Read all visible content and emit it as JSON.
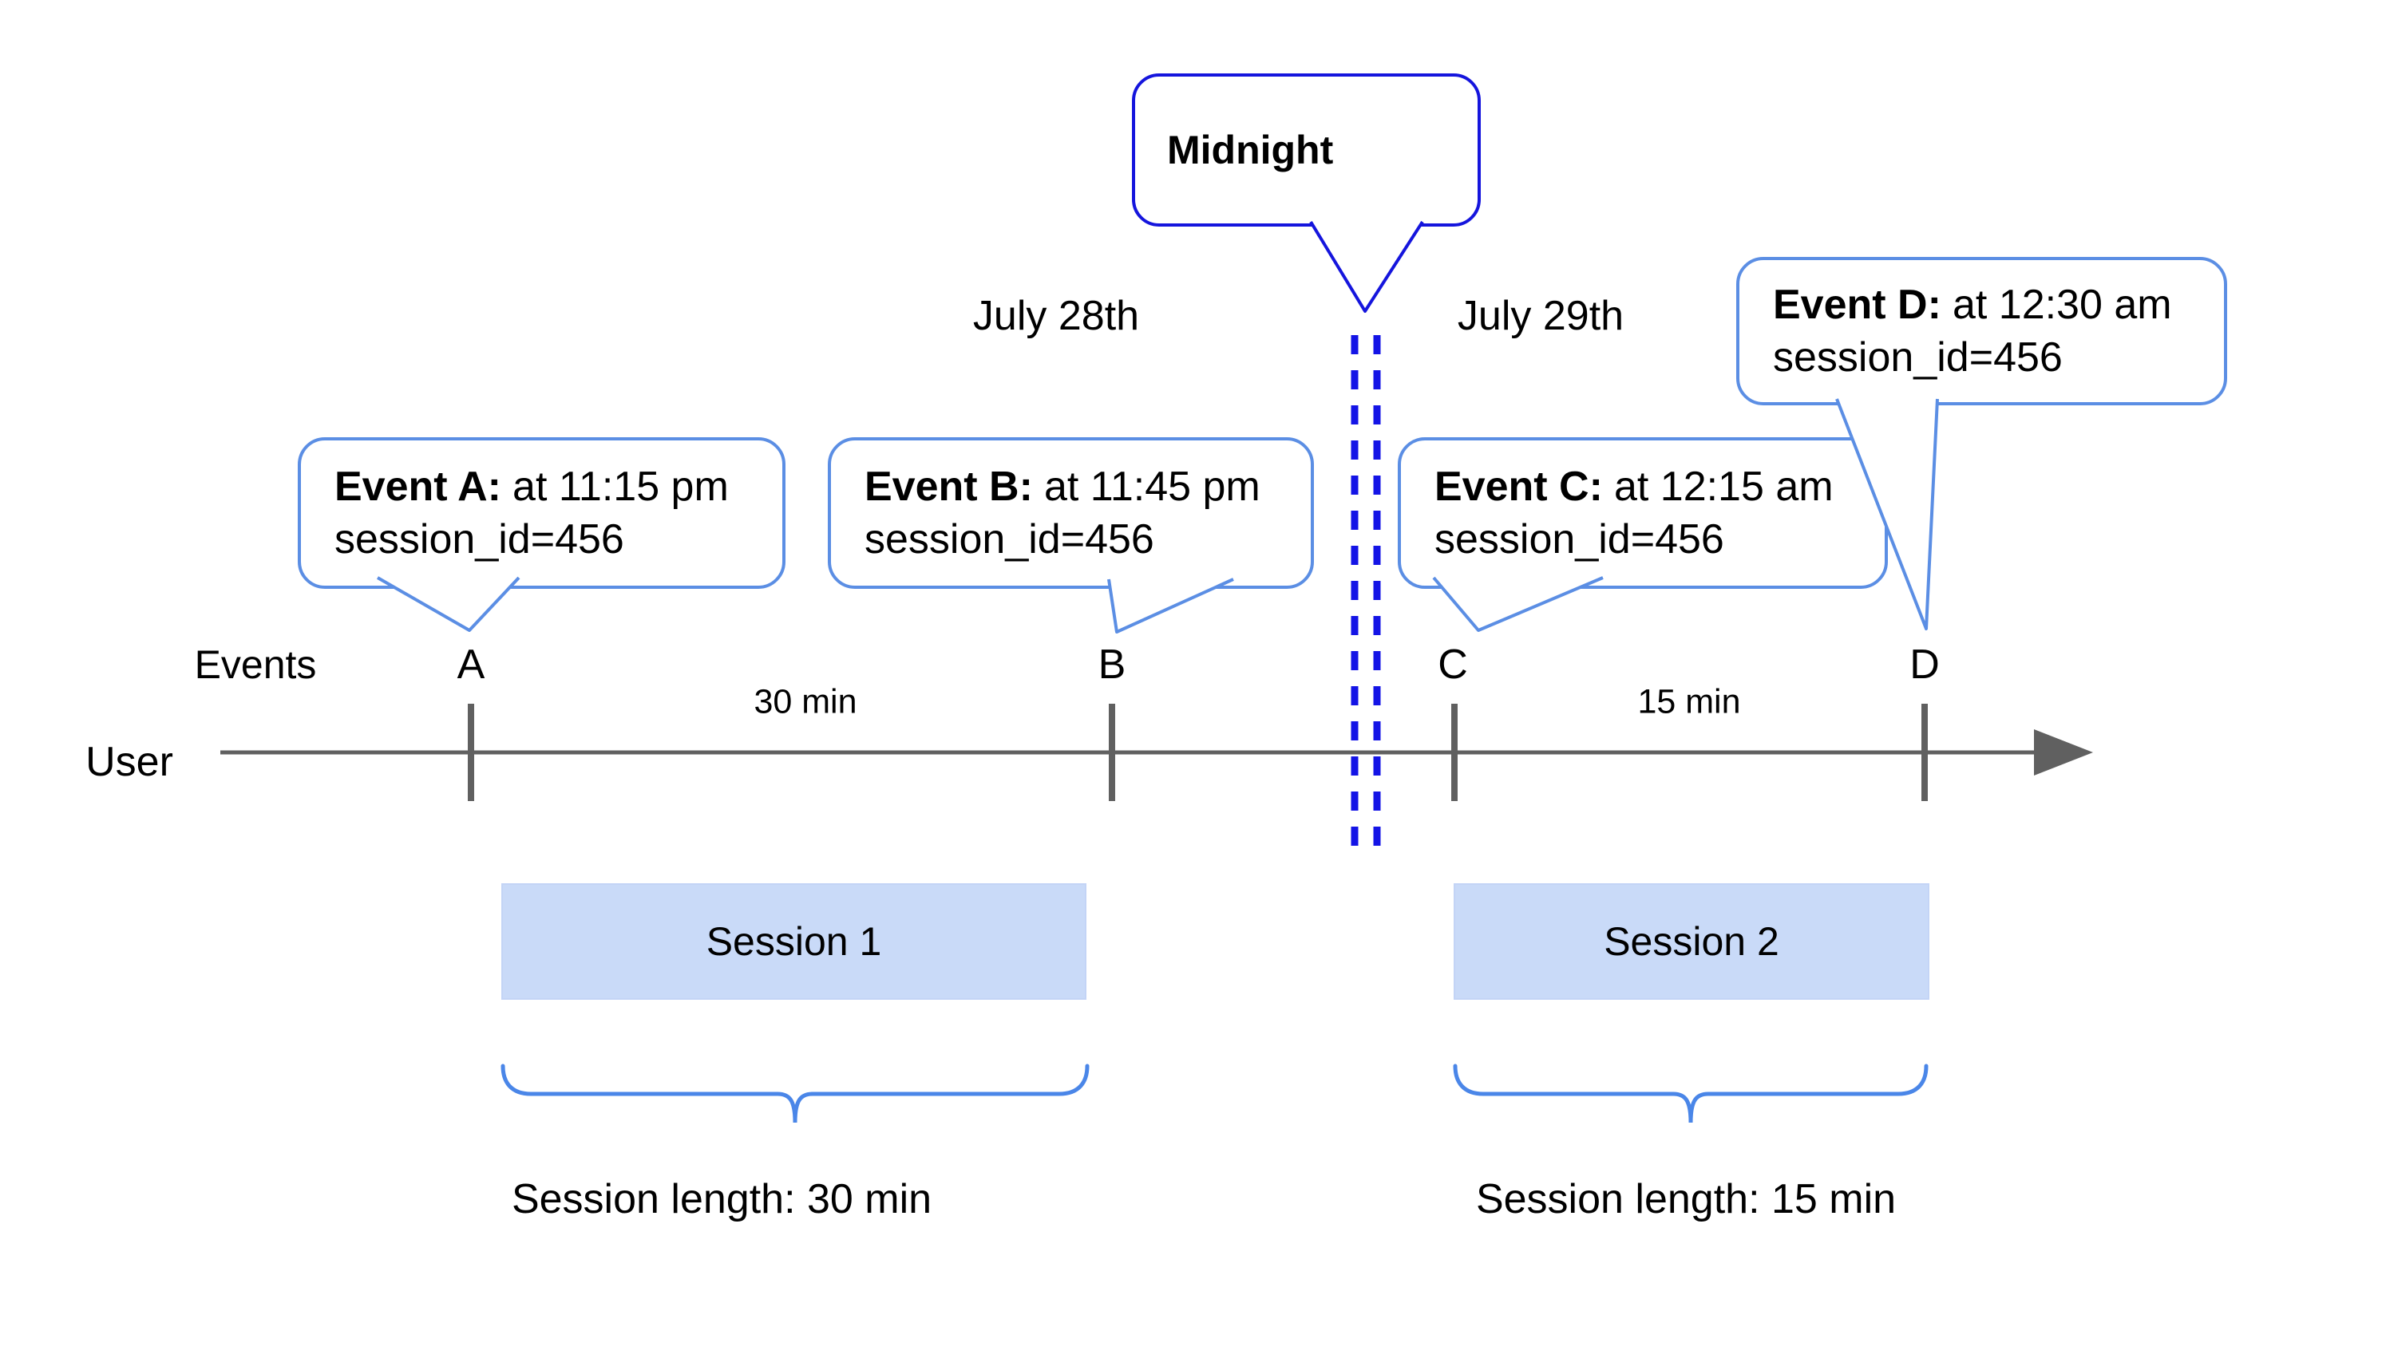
{
  "midnight_callout": {
    "label": "Midnight"
  },
  "date_labels": {
    "before": "July 28th",
    "after": "July 29th"
  },
  "event_callouts": [
    {
      "title": "Event A:",
      "time": "at 11:15 pm",
      "session": "session_id=456"
    },
    {
      "title": "Event B:",
      "time": "at 11:45 pm",
      "session": "session_id=456"
    },
    {
      "title": "Event C:",
      "time": "at 12:15 am",
      "session": "session_id=456"
    },
    {
      "title": "Event D:",
      "time": "at 12:30 am",
      "session": "session_id=456"
    }
  ],
  "timeline": {
    "events_label": "Events",
    "user_label": "User",
    "ticks": [
      "A",
      "B",
      "C",
      "D"
    ],
    "intervals": [
      "30 min",
      "15 min"
    ]
  },
  "sessions": [
    {
      "name": "Session 1",
      "length": "Session length: 30 min"
    },
    {
      "name": "Session 2",
      "length": "Session length: 15 min"
    }
  ],
  "colors": {
    "event_callout_border": "#5b8ee4",
    "midnight_callout_border": "#1515dd",
    "midnight_dash": "#1414e6",
    "timeline_gray": "#606060",
    "session_box_fill": "#c9daf8",
    "brace_blue": "#4a86e8",
    "text": "#000000",
    "background": "#ffffff"
  }
}
